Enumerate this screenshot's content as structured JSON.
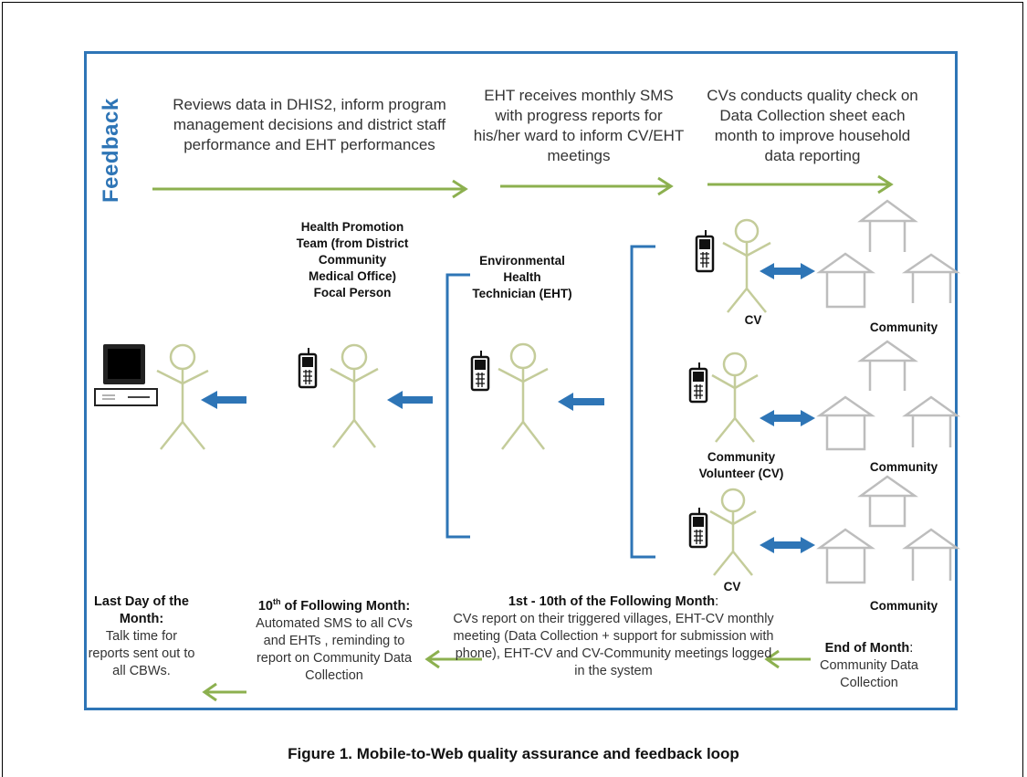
{
  "feedback_label": "Feedback",
  "top_feedback": [
    "Reviews data in DHIS2, inform program management decisions and district staff performance and EHT performances",
    "EHT receives monthly SMS with progress reports for his/her ward to inform CV/EHT meetings",
    "CVs conducts quality check on Data Collection sheet each month to improve household data reporting"
  ],
  "actors": {
    "health_promotion": "Health Promotion Team (from District Community Medical Office) Focal Person",
    "eht": "Environmental Health Technician (EHT)",
    "cv_top": "CV",
    "cv_middle": "Community Volunteer (CV)",
    "cv_bottom": "CV",
    "community_1": "Community",
    "community_2": "Community",
    "community_3": "Community"
  },
  "timeline": {
    "last_day_title": "Last Day of the Month:",
    "last_day_text": "Talk time for reports sent out to all CBWs.",
    "tenth_title_num": "10",
    "tenth_title_sup": "th",
    "tenth_title_rest": " of Following Month:",
    "tenth_text": "Automated SMS to all CVs and EHTs , reminding to report on Community Data Collection",
    "first_title": "1st - 10th of the Following Month",
    "first_title_colon": ":",
    "first_text": "CVs report on their triggered villages, EHT-CV monthly meeting (Data Collection + support for submission with phone), EHT-CV and CV-Community meetings logged in the system",
    "end_title": "End of Month",
    "end_title_colon": ":",
    "end_text": "Community Data Collection"
  },
  "caption": "Figure 1. Mobile-to-Web quality assurance and feedback loop",
  "colors": {
    "frame": "#2e75b6",
    "blue_arrow": "#2e75b6",
    "green_arrow": "#8cb04f",
    "stick_figure": "#c4cc9a",
    "house": "#bdbdbd"
  }
}
